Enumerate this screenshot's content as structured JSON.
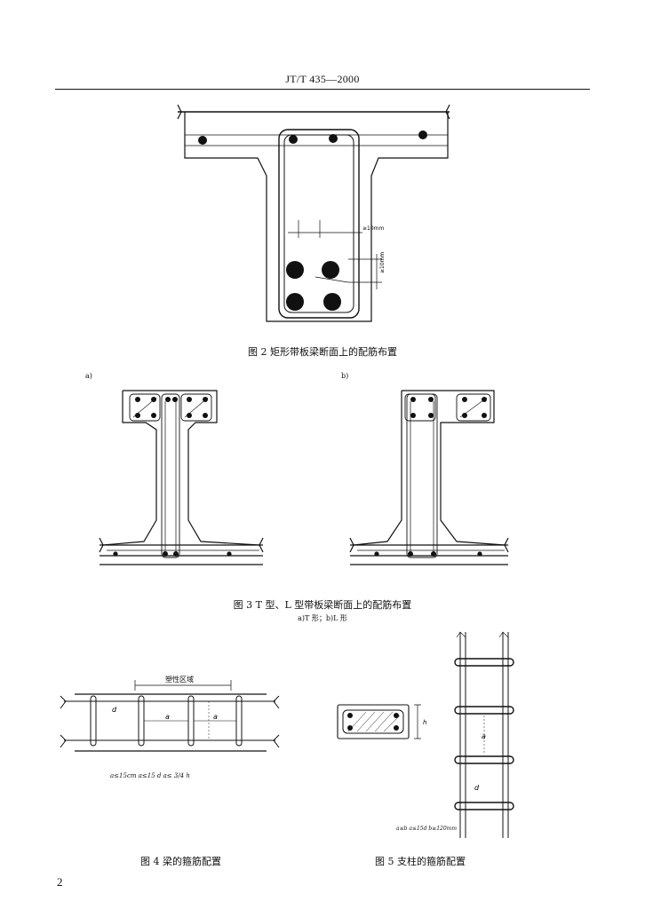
{
  "header": {
    "standard_code": "JT/T 435—2000"
  },
  "figure2": {
    "caption": "图 2   矩形带板梁断面上的配筋布置",
    "dim_spacing": "≥10mm",
    "dim_vertical": "≥10mm"
  },
  "figure3": {
    "caption": "图 3   T 型、L 型带板梁断面上的配筋布置",
    "subcaption": "a)T 形；b)L 形",
    "label_a": "a)",
    "label_b": "b)"
  },
  "figure4": {
    "caption": "图 4   梁的箍筋配置",
    "region_label": "塑性区域",
    "label_d": "d",
    "label_a1": "a",
    "label_a2": "a",
    "formula": "a≤15cm   a≤15 d   a≤ 3/4 h"
  },
  "figure5": {
    "caption": "图 5   支柱的箍筋配置",
    "label_h": "h",
    "label_a": "a",
    "label_d": "d",
    "formula": "a≤b   a≤15d   b≥120mm"
  },
  "page_number": "2"
}
